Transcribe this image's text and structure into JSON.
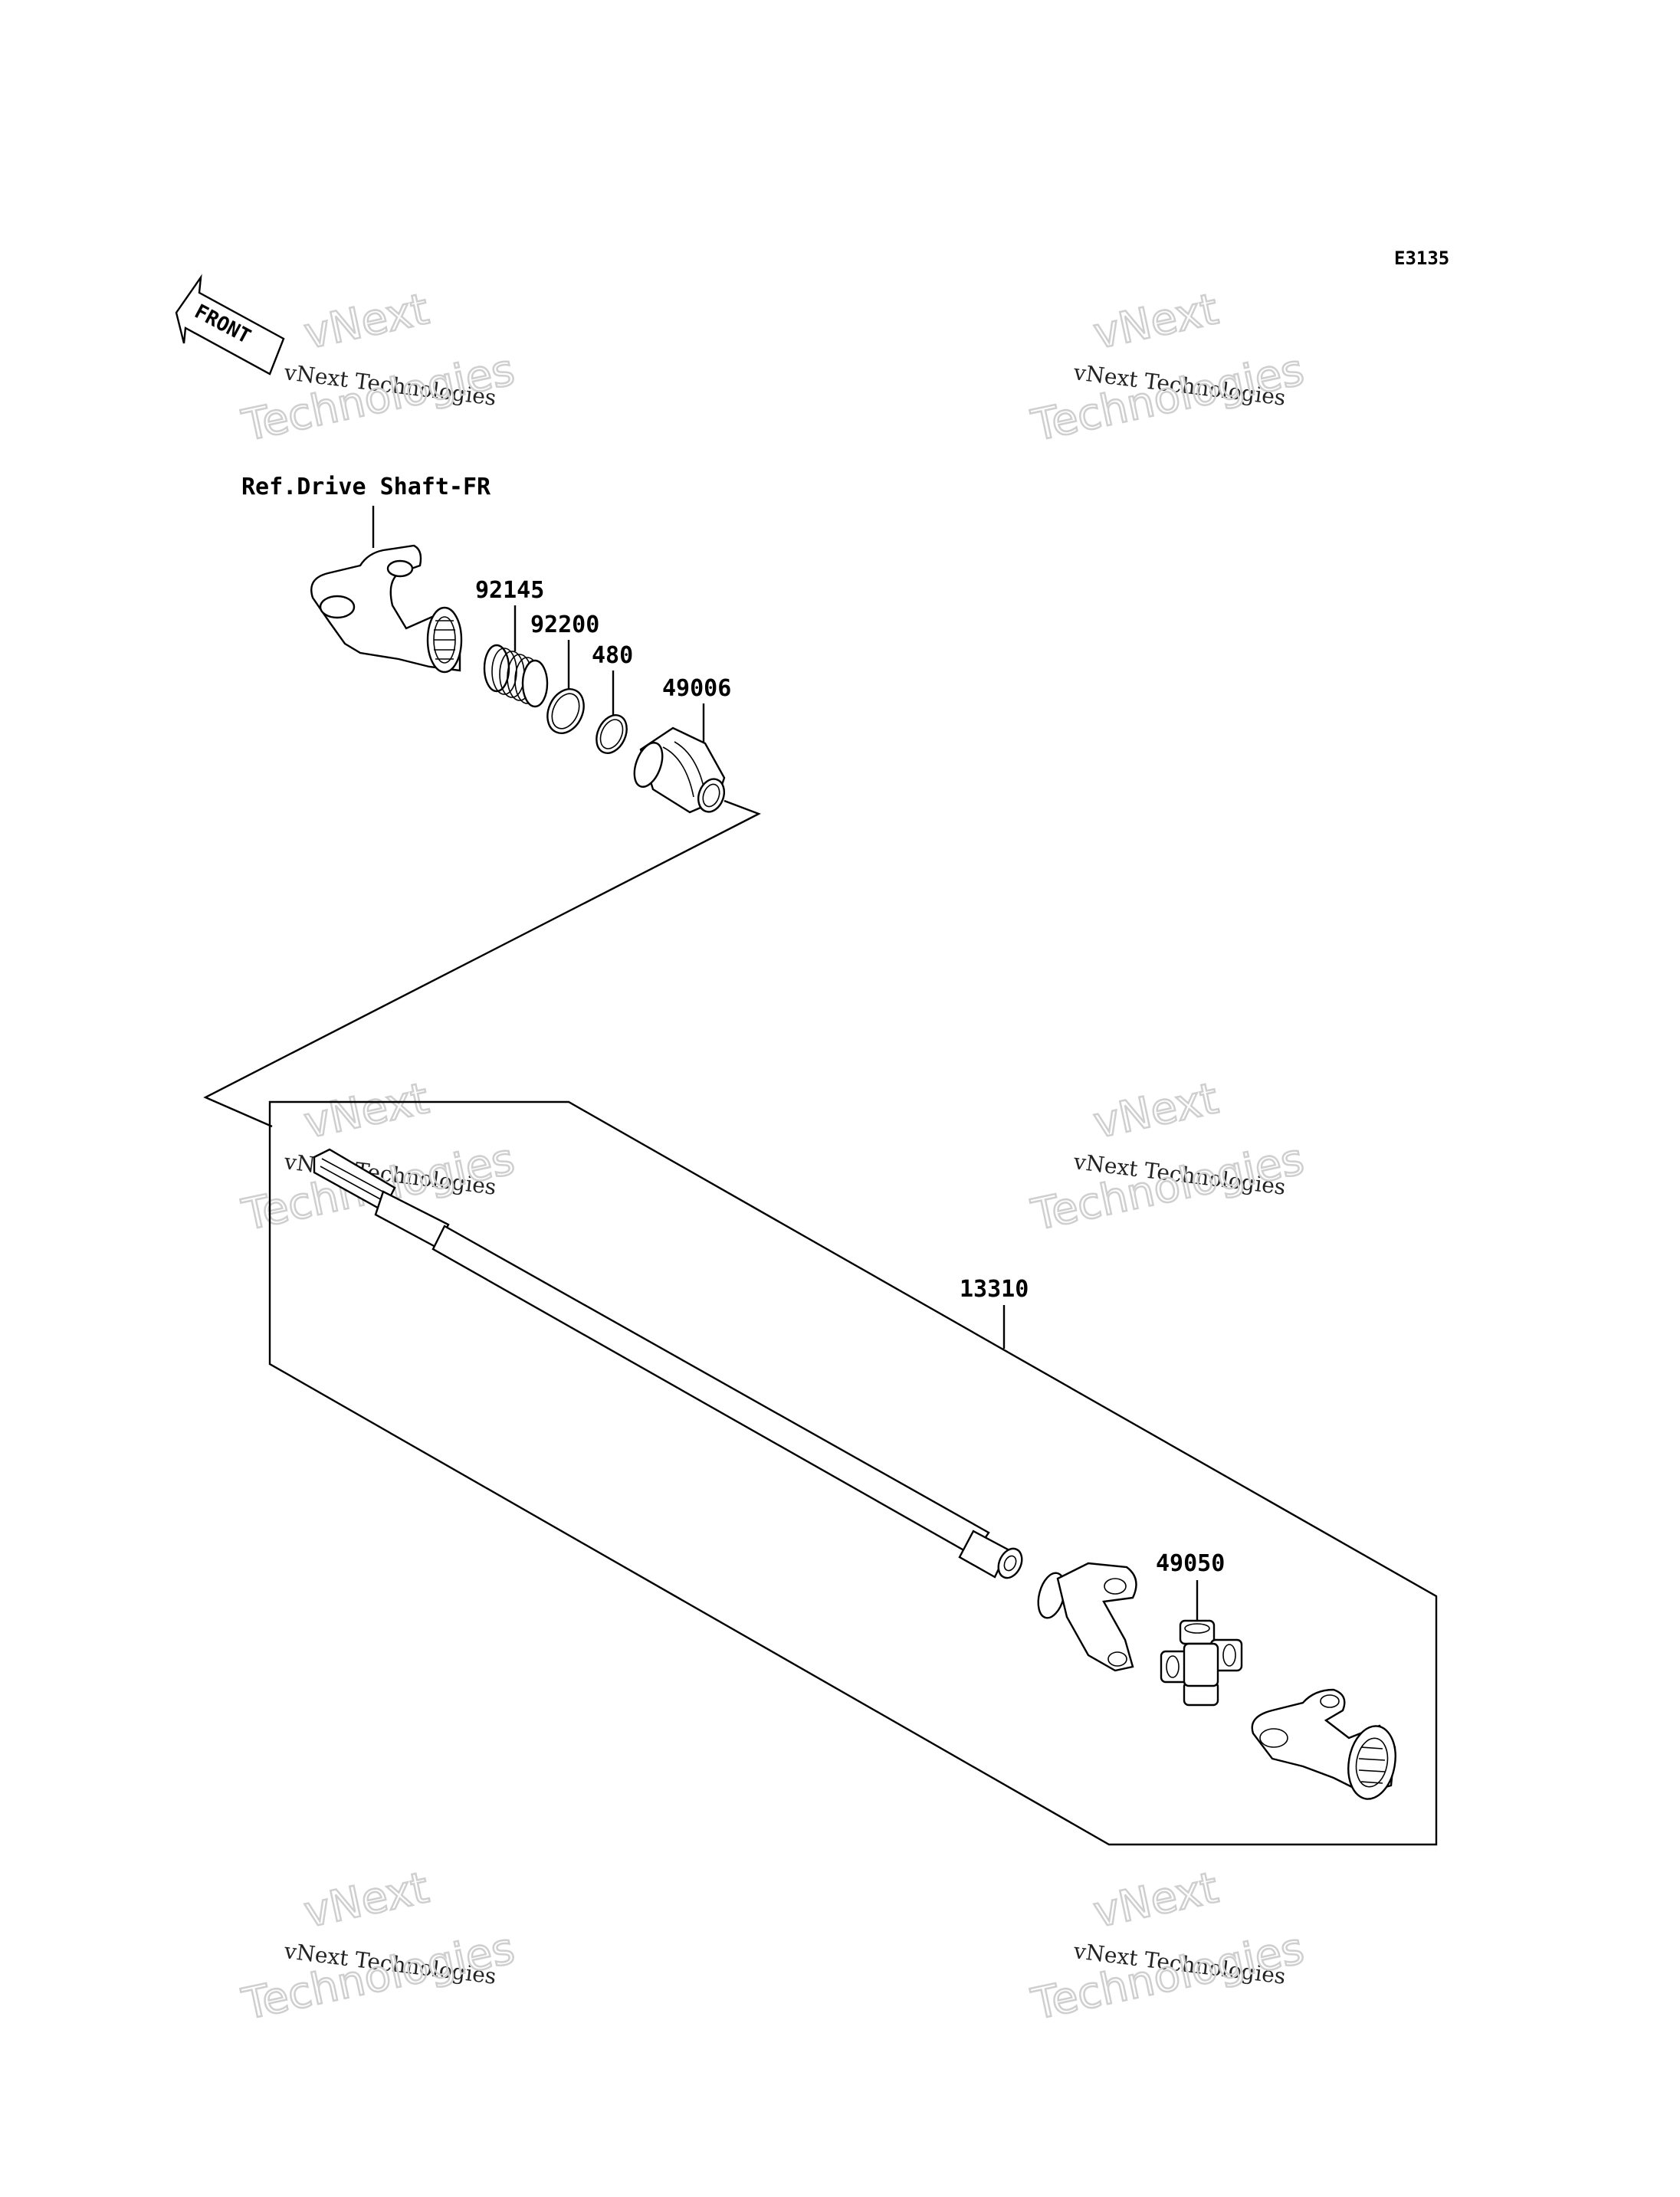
{
  "diagram_code": "E3135",
  "front_label": "FRONT",
  "reference_label": "Ref.Drive Shaft-FR",
  "parts": [
    {
      "number": "92145"
    },
    {
      "number": "92200"
    },
    {
      "number": "480"
    },
    {
      "number": "49006"
    },
    {
      "number": "13310"
    },
    {
      "number": "49050"
    }
  ],
  "watermark": {
    "line1": "vNext",
    "line2": "vNext Technologies",
    "line3": "Technologies"
  }
}
